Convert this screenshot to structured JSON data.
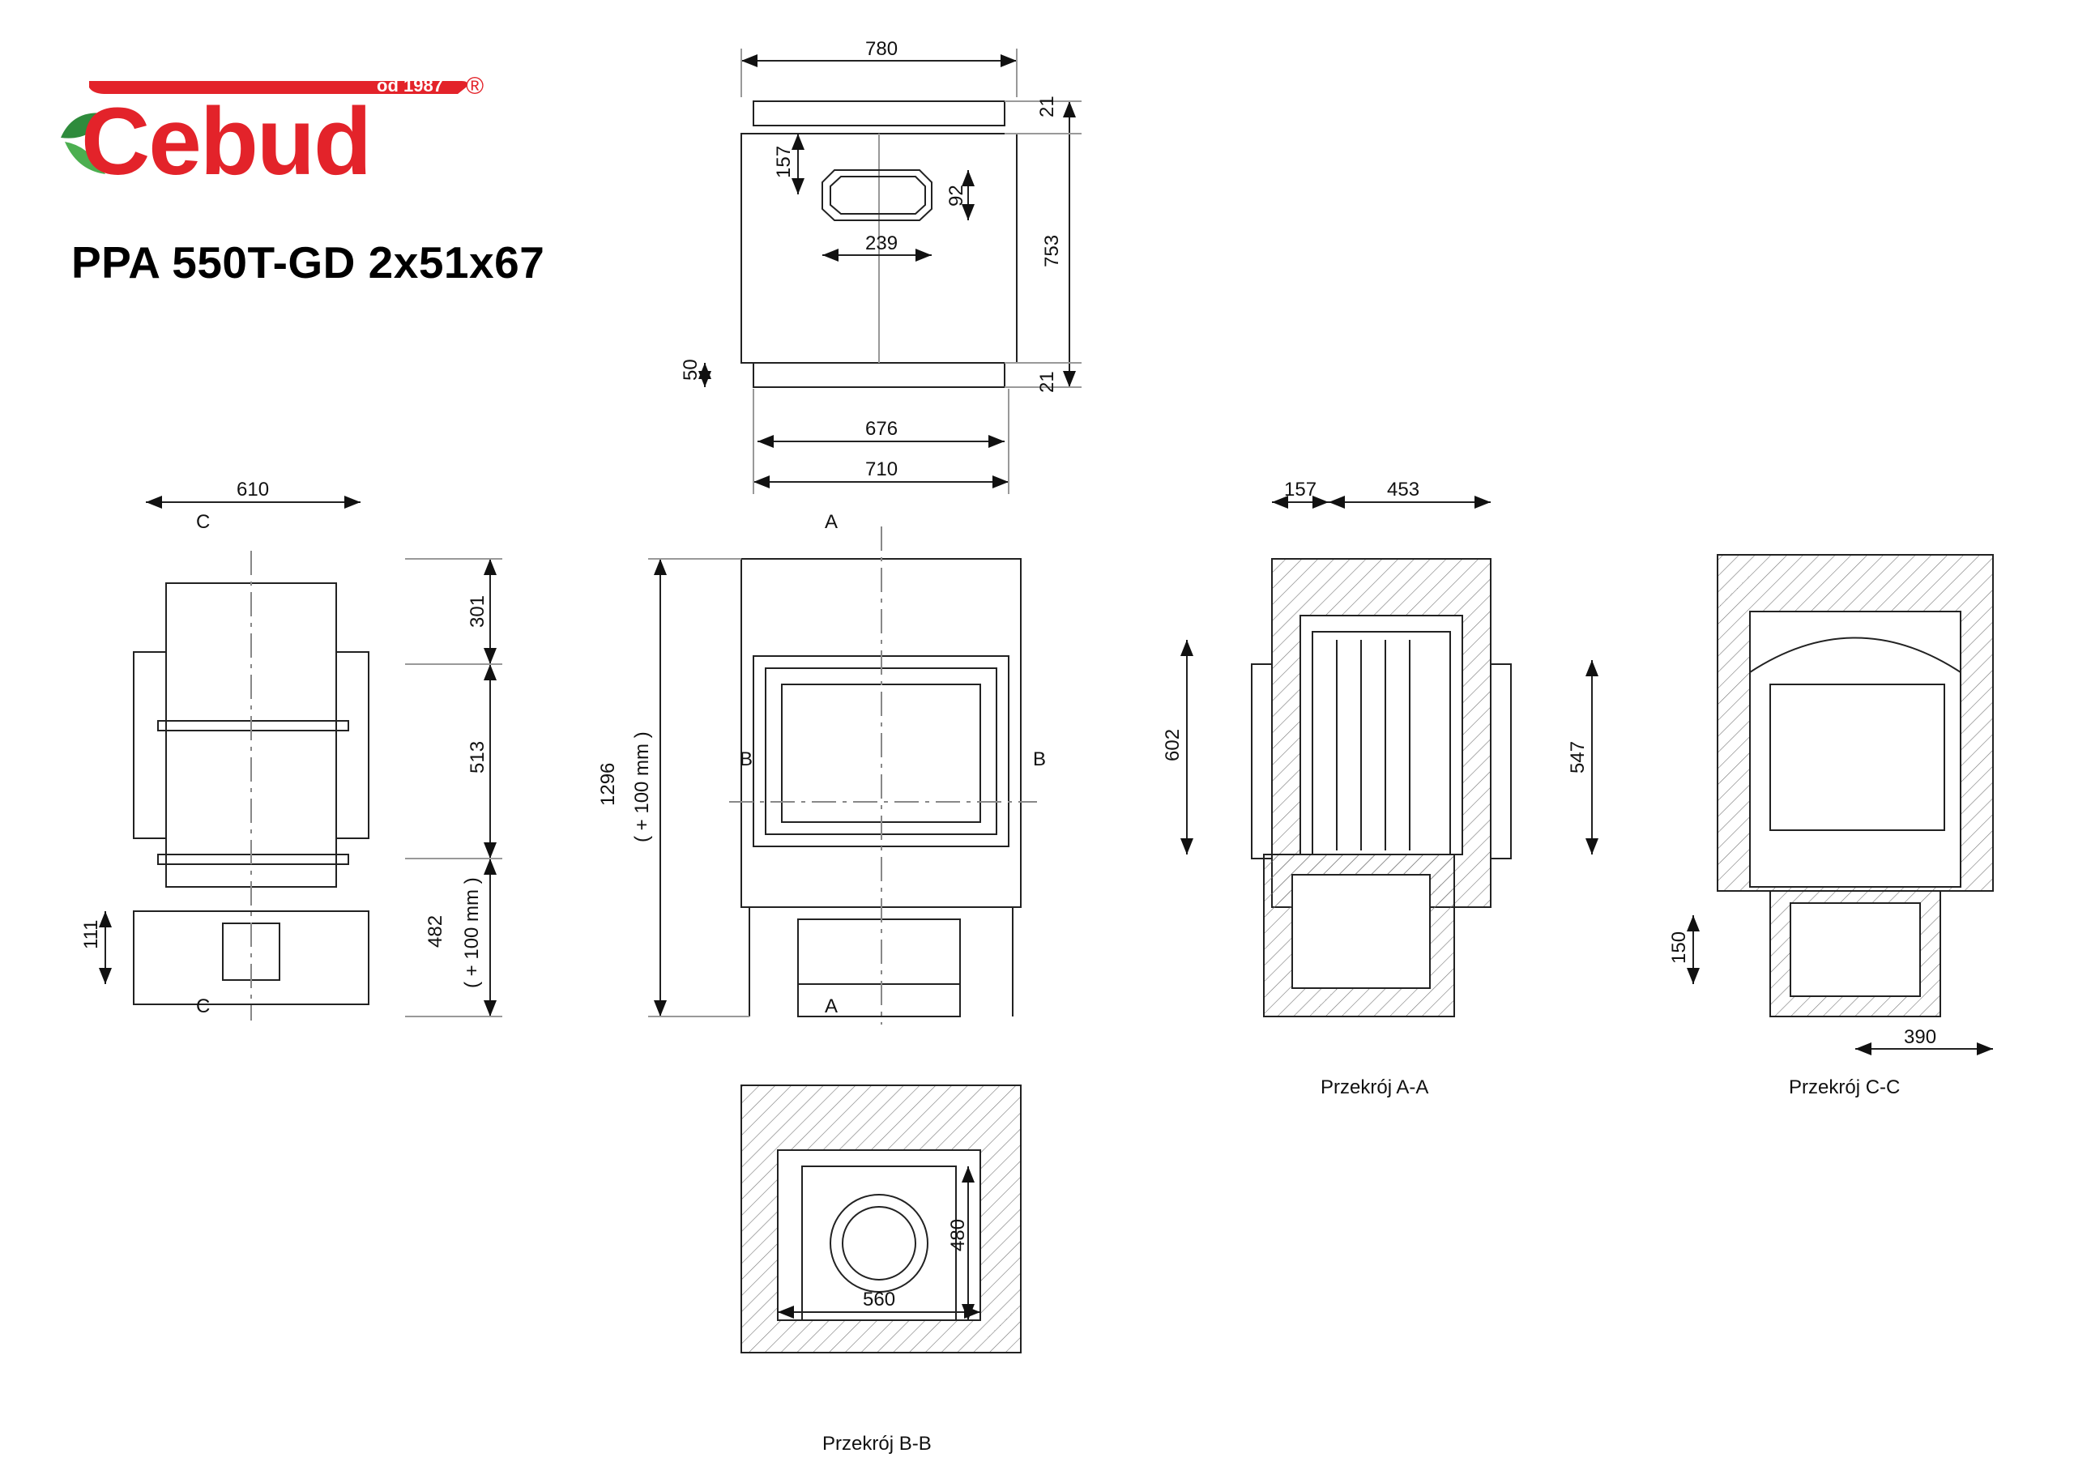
{
  "brand": {
    "name": "Cebud",
    "since": "od 1987",
    "registered": "®",
    "colors": {
      "red": "#e3232a",
      "leaf_green": "#2e8b3c",
      "line": "#222222"
    }
  },
  "product": {
    "model": "PPA 550T-GD 2x51x67"
  },
  "top_view": {
    "dims": {
      "overall_width": "780",
      "top_flange": "21",
      "height": "753",
      "bottom_flange": "21",
      "outlet_offset": "157",
      "outlet_height": "92",
      "outlet_width": "239",
      "base_offset": "50",
      "inner_width": "676",
      "base_width": "710"
    }
  },
  "side_view": {
    "dims": {
      "width": "610",
      "upper": "301",
      "middle": "513",
      "lower": "482",
      "lower_note": "( + 100 mm )",
      "air_inlet": "111"
    },
    "section_marker": "C"
  },
  "front_view": {
    "dims": {
      "total_height": "1296",
      "total_note": "( + 100 mm )"
    },
    "section_marker_a": "A",
    "section_marker_b": "B"
  },
  "section_aa": {
    "caption": "Przekrój A-A",
    "dims": {
      "left": "157",
      "right": "453",
      "door_height": "602",
      "glass_height": "547"
    }
  },
  "section_cc": {
    "caption": "Przekrój C-C",
    "dims": {
      "inlet": "150",
      "depth": "390"
    }
  },
  "section_bb": {
    "caption": "Przekrój B-B",
    "dims": {
      "depth": "480",
      "width": "560"
    }
  }
}
